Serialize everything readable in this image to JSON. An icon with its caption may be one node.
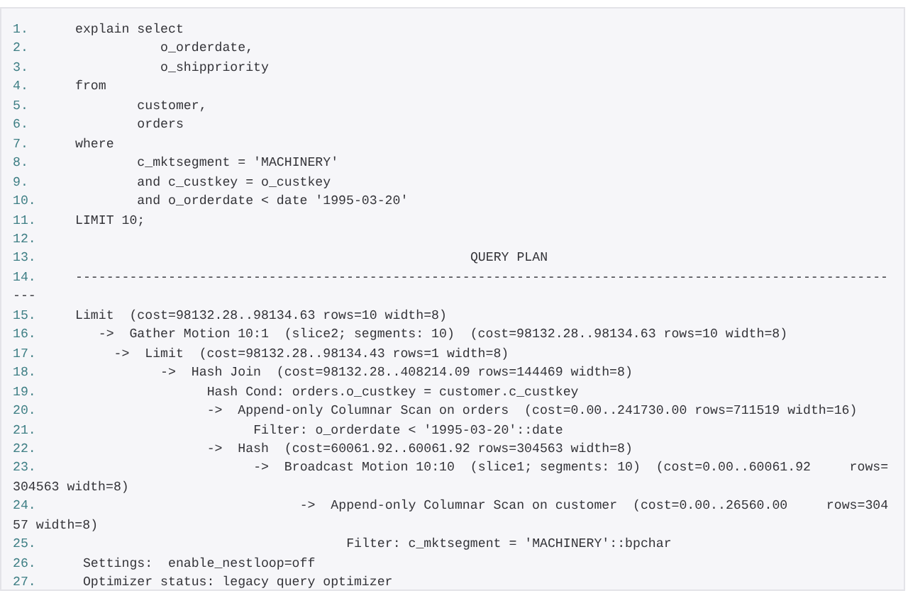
{
  "diagram": {
    "labels": [
      "1.",
      "explain select",
      "2.",
      "o_orderdate,",
      "3.",
      "o_shippriority",
      "4.",
      "from",
      "5.",
      "customer,",
      "6.",
      "orders",
      "7.",
      "where",
      "8.",
      "c_mktsegment = 'MACHINERY'",
      "9.",
      "and c_custkey = o_custkey",
      "10.",
      "and o_orderdate < date '1995-03-20'",
      "11.",
      "LIMIT 10;",
      "12.",
      "13.",
      "QUERY PLAN",
      "14.",
      "------------------------------------------------------------------------------------------------------------",
      "15.",
      "Limit  (cost=98132.28..98134.63 rows=10 width=8)",
      "16.",
      "->  Gather Motion 10:1  (slice2; segments: 10)  (cost=98132.28..98134.63 rows=10 width=8)",
      "17.",
      "->  Limit  (cost=98132.28..98134.43 rows=1 width=8)",
      "18.",
      "->  Hash Join  (cost=98132.28..408214.09 rows=144469 width=8)",
      "19.",
      "Hash Cond: orders.o_custkey = customer.c_custkey",
      "20.",
      "->  Append-only Columnar Scan on orders  (cost=0.00..241730.00 rows=711519 width=16)",
      "21.",
      "Filter: o_orderdate < '1995-03-20'::date",
      "22.",
      "->  Hash  (cost=60061.92..60061.92 rows=304563 width=8)",
      "23.",
      "->  Broadcast Motion 10:10  (slice1; segments: 10)  (cost=0.00..60061.92     rows=304563 width=8)",
      "24.",
      "->  Append-only Columnar Scan on customer  (cost=0.00..26560.00     rows=30457 width=8)",
      "25.",
      "Filter: c_mktsegment = 'MACHINERY'::bpchar",
      "26.",
      "Settings:  enable_nestloop=off",
      "27.",
      "Optimizer status: legacy query optimizer"
    ]
  }
}
